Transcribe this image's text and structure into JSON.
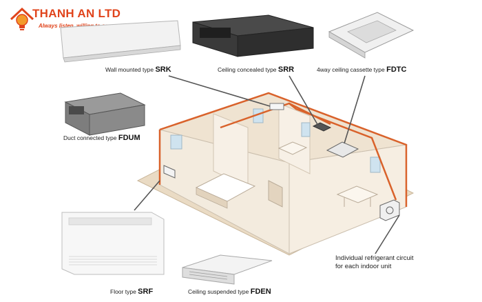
{
  "brand": {
    "name": "THANH AN LTD",
    "tagline": "Always listen, willing to serve",
    "color": "#e0441c"
  },
  "units": [
    {
      "id": "srk",
      "type_text": "Wall mounted type",
      "code": "SRK"
    },
    {
      "id": "srr",
      "type_text": "Ceiling concealed type",
      "code": "SRR"
    },
    {
      "id": "fdtc",
      "type_text": "4way ceiling cassette type",
      "code": "FDTC"
    },
    {
      "id": "fdum",
      "type_text": "Duct connected type",
      "code": "FDUM"
    },
    {
      "id": "srf",
      "type_text": "Floor type",
      "code": "SRF"
    },
    {
      "id": "fden",
      "type_text": "Ceiling suspended type",
      "code": "FDEN"
    }
  ],
  "outdoor_note": {
    "line1": "Individual refrigerant circuit",
    "line2": "for each indoor unit"
  },
  "colors": {
    "refrigerant_line": "#d9622b",
    "wall": "#f1e6d6",
    "floor": "#e9dcc6"
  }
}
